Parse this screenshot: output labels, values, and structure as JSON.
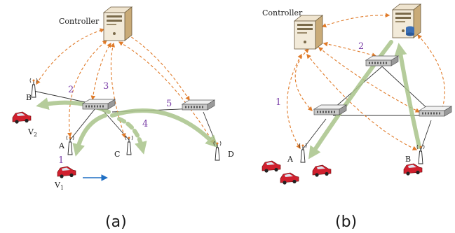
{
  "panel_a": {
    "controller_label": "Controller",
    "caption": "(a)",
    "nodes": {
      "a": "A",
      "b": "B",
      "c": "C",
      "d": "D"
    },
    "vehicles": {
      "v1": "V",
      "v1_sub": "1",
      "v2": "V",
      "v2_sub": "2"
    },
    "step_numbers": [
      "1",
      "2",
      "3",
      "4",
      "5"
    ]
  },
  "panel_b": {
    "controller_label": "Controller",
    "caption": "(b)",
    "nodes": {
      "a": "A",
      "b": "B"
    },
    "step_numbers": [
      "1",
      "2"
    ]
  },
  "colors": {
    "control_link": "#e07b2a",
    "flow_arrow": "#a9c48a",
    "vehicle": "#d0202e",
    "step_number": "#7b3fa8",
    "motion_arrow": "#1f6fc4"
  }
}
